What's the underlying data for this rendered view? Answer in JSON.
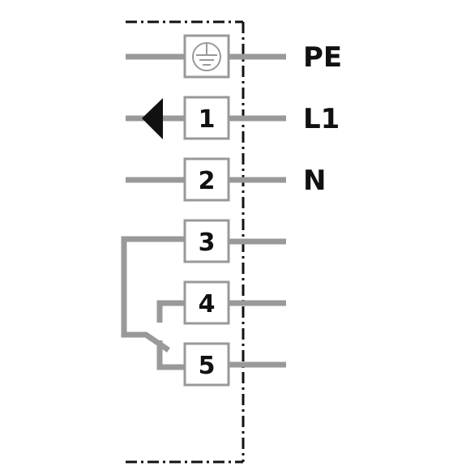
{
  "colors": {
    "wire": "#999999",
    "terminal_border": "#999999",
    "text": "#111111",
    "boundary": "#111111",
    "arrow": "#111111"
  },
  "terminals": [
    {
      "id": "pe",
      "label": "",
      "icon": "ground-icon",
      "side_label": "PE"
    },
    {
      "id": "1",
      "label": "1",
      "side_label": "L1"
    },
    {
      "id": "2",
      "label": "2",
      "side_label": "N"
    },
    {
      "id": "3",
      "label": "3",
      "side_label": ""
    },
    {
      "id": "4",
      "label": "4",
      "side_label": ""
    },
    {
      "id": "5",
      "label": "5",
      "side_label": ""
    }
  ]
}
